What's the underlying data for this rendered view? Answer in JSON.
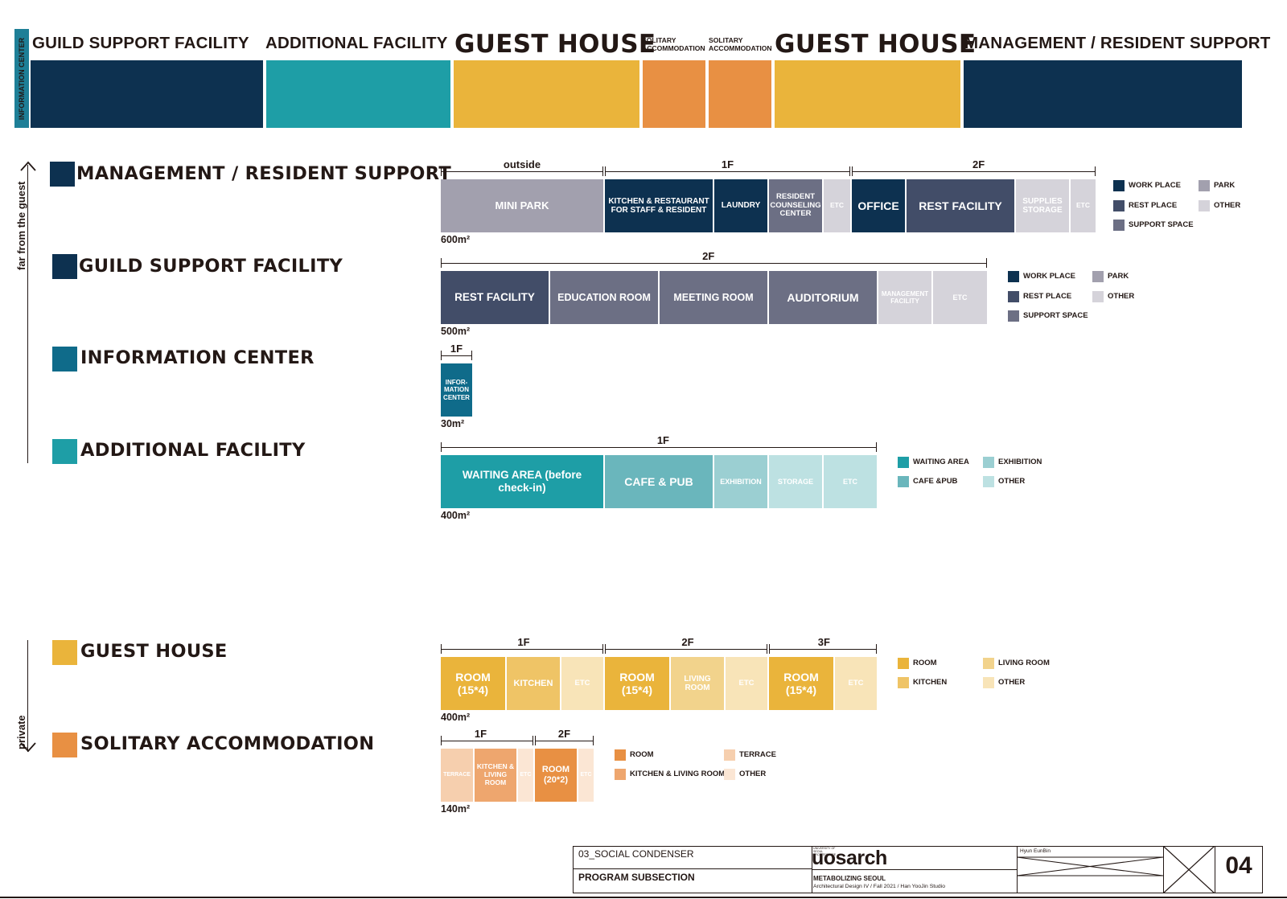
{
  "colors": {
    "navy": "#0d3150",
    "teal": "#1e9ea6",
    "teal_dark": "#1e7f97",
    "yellow": "#eab43b",
    "orange": "#e89043",
    "slate": "#424d68",
    "slate_mid": "#6c6f84",
    "grey_park": "#a2a0ae",
    "grey_other": "#d5d3da",
    "teal_cafe": "#6ab6bc",
    "teal_ex": "#9bcfd2",
    "teal_other": "#bde1e2",
    "yellow_kitchen": "#efc466",
    "yellow_living": "#f2d38c",
    "yellow_other": "#f8e4b8",
    "orange_kitchen": "#eea66e",
    "orange_terrace": "#f6cfae",
    "orange_other": "#fbe6d4"
  },
  "top_bar": {
    "info_center_label": "INFORMATION CENTER",
    "labels": [
      "GUILD SUPPORT FACILITY",
      "ADDITIONAL FACILITY",
      "GUEST HOUSE",
      "SOLITARY ACCOMMODATION",
      "SOLITARY ACCOMMODATION",
      "GUEST HOUSE",
      "MANAGEMENT / RESIDENT SUPPORT"
    ],
    "solitary_line1": "SOLITARY",
    "solitary_line2": "ACCOMMODATION"
  },
  "axis": {
    "upper_label": "far from the guest",
    "lower_label": "private"
  },
  "categories": [
    "MANAGEMENT / RESIDENT SUPPORT",
    "GUILD SUPPORT FACILITY",
    "INFORMATION CENTER",
    "ADDITIONAL FACILITY",
    "GUEST HOUSE",
    "SOLITARY ACCOMMODATION"
  ],
  "management": {
    "floors": [
      "outside",
      "1F",
      "2F"
    ],
    "area": "600m²",
    "segments": [
      "MINI PARK",
      "KITCHEN & RESTAURANT FOR STAFF & RESIDENT",
      "LAUNDRY",
      "RESIDENT COUNSELING CENTER",
      "ETC",
      "OFFICE",
      "REST FACILITY",
      "SUPPLIES STORAGE",
      "ETC"
    ],
    "legend": [
      "WORK PLACE",
      "PARK",
      "REST PLACE",
      "OTHER",
      "SUPPORT SPACE"
    ]
  },
  "guild": {
    "floors": [
      "2F"
    ],
    "area": "500m²",
    "segments": [
      "REST FACILITY",
      "EDUCATION ROOM",
      "MEETING ROOM",
      "AUDITORIUM",
      "MANAGEMENT FACILITY",
      "ETC"
    ],
    "legend": [
      "WORK PLACE",
      "PARK",
      "REST PLACE",
      "OTHER",
      "SUPPORT SPACE"
    ]
  },
  "info": {
    "floors": [
      "1F"
    ],
    "area": "30m²",
    "segments": [
      "INFOR- MATION CENTER"
    ]
  },
  "additional": {
    "floors": [
      "1F"
    ],
    "area": "400m²",
    "segments": [
      "WAITING AREA (before check-in)",
      "CAFE & PUB",
      "EXHIBITION",
      "STORAGE",
      "ETC"
    ],
    "legend": [
      "WAITING AREA",
      "EXHIBITION",
      "CAFE &PUB",
      "OTHER"
    ]
  },
  "guest": {
    "floors": [
      "1F",
      "2F",
      "3F"
    ],
    "area": "400m²",
    "segments": [
      "ROOM (15*4)",
      "KITCHEN",
      "ETC",
      "ROOM (15*4)",
      "LIVING ROOM",
      "ETC",
      "ROOM (15*4)",
      "ETC"
    ],
    "legend": [
      "ROOM",
      "LIVING ROOM",
      "KITCHEN",
      "OTHER"
    ]
  },
  "solitary": {
    "floors": [
      "1F",
      "2F"
    ],
    "area": "140m²",
    "segments": [
      "TERRACE",
      "KITCHEN & LIVING ROOM",
      "ETC",
      "ROOM (20*2)",
      "ETC"
    ],
    "legend": [
      "ROOM",
      "TERRACE",
      "KITCHEN & LIVING ROOM",
      "OTHER"
    ]
  },
  "title_block": {
    "project": "03_SOCIAL CONDENSER",
    "sheet_title": "PROGRAM SUBSECTION",
    "logo_small": "UNIVERSITY OF SEOUL ARCHITECTURE",
    "logo": "uosarch",
    "course_title": "METABOLIZING SEOUL",
    "course_detail": "Architectural Design IV / Fall 2021 / Han YooJin Studio",
    "author": "Hyun EunBin",
    "page_number": "04"
  }
}
